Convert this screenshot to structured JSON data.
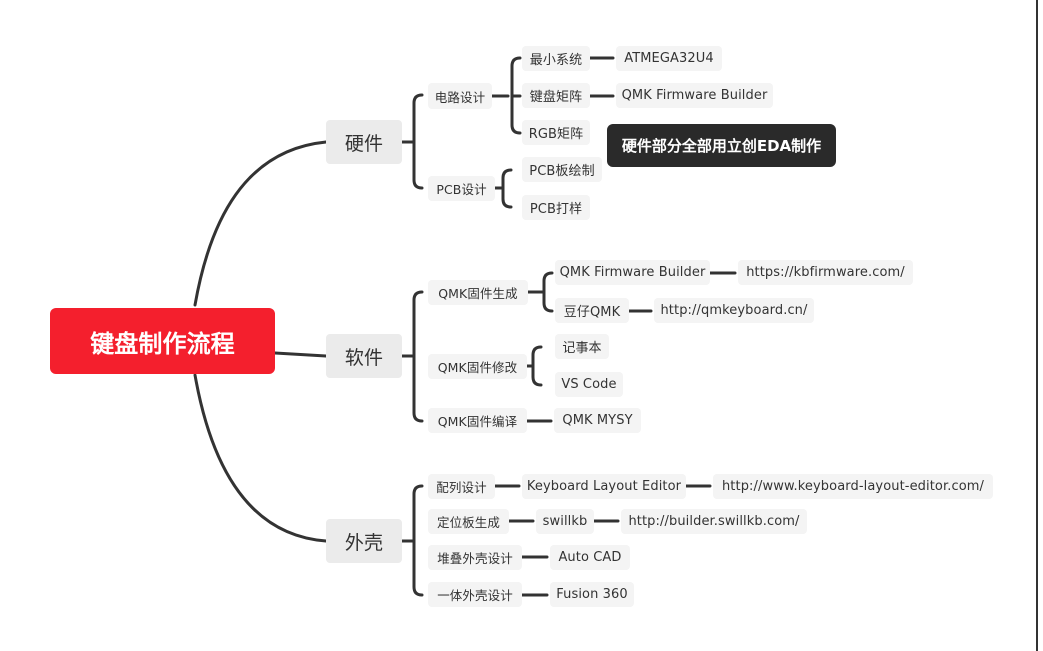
{
  "root": "键盘制作流程",
  "branches": [
    {
      "label": "硬件",
      "children": [
        {
          "label": "电路设计",
          "children": [
            {
              "label": "最小系统",
              "detail": "ATMEGA32U4"
            },
            {
              "label": "键盘矩阵",
              "detail": "QMK Firmware Builder"
            },
            {
              "label": "RGB矩阵"
            }
          ]
        },
        {
          "label": "PCB设计",
          "children": [
            {
              "label": "PCB板绘制"
            },
            {
              "label": "PCB打样"
            }
          ]
        }
      ]
    },
    {
      "label": "软件",
      "children": [
        {
          "label": "QMK固件生成",
          "children": [
            {
              "label": "QMK Firmware Builder",
              "detail": "https://kbfirmware.com/"
            },
            {
              "label": "豆仔QMK",
              "detail": "http://qmkeyboard.cn/"
            }
          ]
        },
        {
          "label": "QMK固件修改",
          "children": [
            {
              "label": "记事本"
            },
            {
              "label": "VS Code"
            }
          ]
        },
        {
          "label": "QMK固件编译",
          "detail": "QMK MYSY"
        }
      ]
    },
    {
      "label": "外壳",
      "children": [
        {
          "label": "配列设计",
          "detail": "Keyboard Layout Editor",
          "extra": "http://www.keyboard-layout-editor.com/"
        },
        {
          "label": "定位板生成",
          "detail": "swillkb",
          "extra": "http://builder.swillkb.com/"
        },
        {
          "label": "堆叠外壳设计",
          "detail": "Auto CAD"
        },
        {
          "label": "一体外壳设计",
          "detail": "Fusion 360"
        }
      ]
    }
  ],
  "note": "硬件部分全部用立创EDA制作",
  "colors": {
    "root": "#f41f2d",
    "node_bg": "#f4f4f4",
    "branch_bg": "#ebebeb",
    "line": "#333333",
    "note_bg": "#2a2a2a"
  }
}
